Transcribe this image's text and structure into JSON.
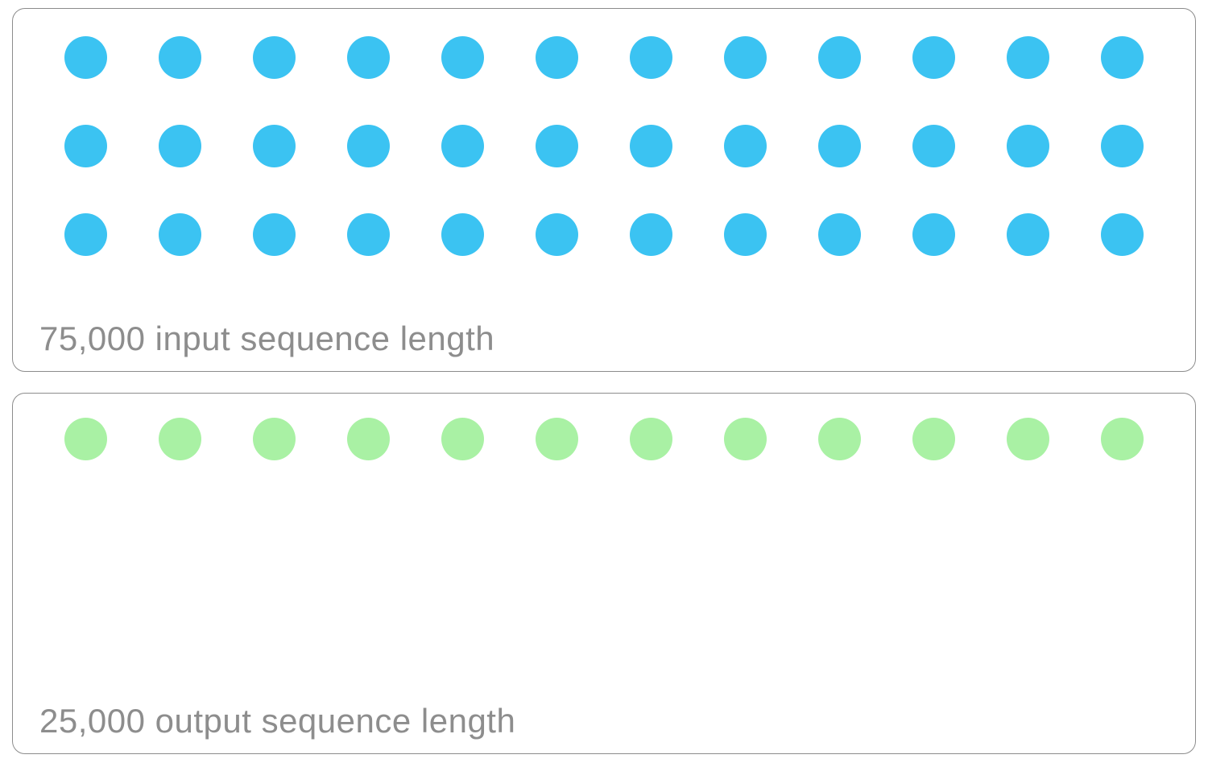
{
  "panels": [
    {
      "id": "input",
      "label": "75,000 input sequence length",
      "dot_color": "#3bc3f2",
      "rows": 3,
      "dots_per_row": 12,
      "total_dots": 36
    },
    {
      "id": "output",
      "label": "25,000 output sequence length",
      "dot_color": "#a9f1a4",
      "rows": 1,
      "dots_per_row": 12,
      "total_dots": 12
    }
  ],
  "colors": {
    "background": "#ffffff",
    "panel_border": "#8c8c8c",
    "label_text": "#8d8d8d"
  }
}
